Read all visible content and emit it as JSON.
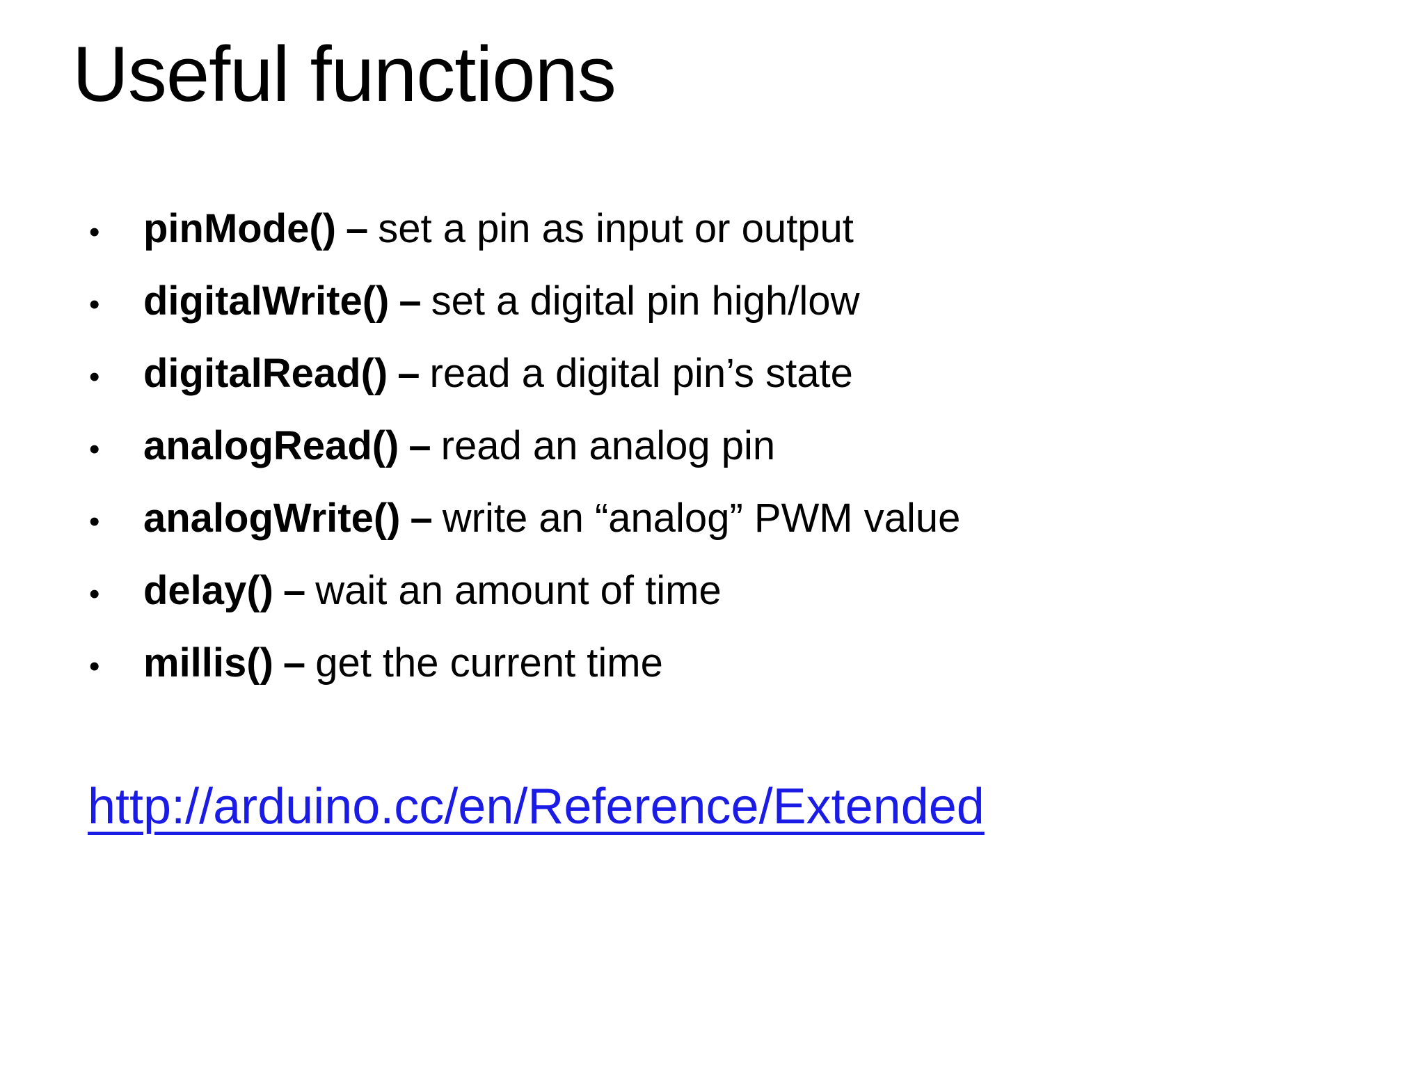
{
  "slide": {
    "title": "Useful functions",
    "bullet_glyph": "•",
    "dash": "–",
    "bullets": [
      {
        "term": "pinMode()",
        "description": "set a pin as input or output"
      },
      {
        "term": "digitalWrite()",
        "description": "set a digital pin high/low"
      },
      {
        "term": "digitalRead()",
        "description": "read a digital pin’s state"
      },
      {
        "term": "analogRead()",
        "description": "read an analog pin"
      },
      {
        "term": "analogWrite()",
        "description": "write an “analog” PWM value"
      },
      {
        "term": "delay()",
        "description": "wait an amount of time"
      },
      {
        "term": "millis()",
        "description": "get the current time"
      }
    ],
    "link": {
      "text": "http://arduino.cc/en/Reference/Extended"
    },
    "colors": {
      "background": "#ffffff",
      "text": "#000000",
      "link": "#1b1be6"
    }
  }
}
